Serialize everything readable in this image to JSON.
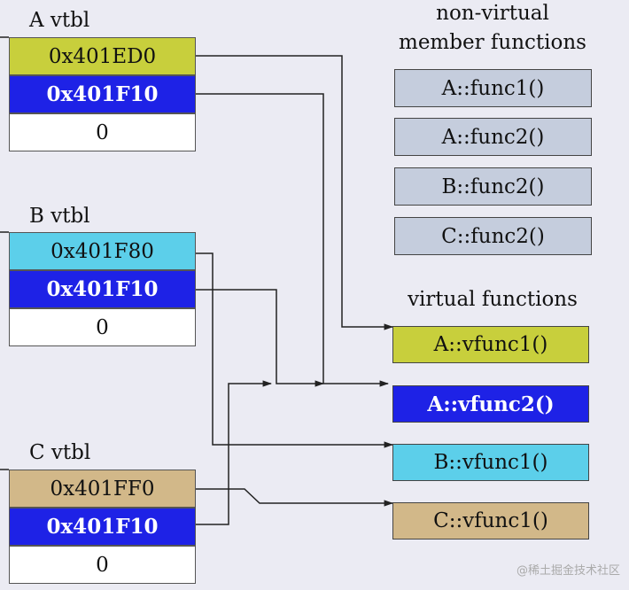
{
  "vtbls": [
    {
      "label": "A vtbl",
      "entries": [
        {
          "text": "0x401ED0",
          "color": "#c8cf3c",
          "bold": false
        },
        {
          "text": "0x401F10",
          "color": "#1e22e6",
          "bold": true
        },
        {
          "text": "0",
          "color": "#ffffff",
          "bold": false
        }
      ]
    },
    {
      "label": "B vtbl",
      "entries": [
        {
          "text": "0x401F80",
          "color": "#5ccfea",
          "bold": false
        },
        {
          "text": "0x401F10",
          "color": "#1e22e6",
          "bold": true
        },
        {
          "text": "0",
          "color": "#ffffff",
          "bold": false
        }
      ]
    },
    {
      "label": "C vtbl",
      "entries": [
        {
          "text": "0x401FF0",
          "color": "#d2b889",
          "bold": false
        },
        {
          "text": "0x401F10",
          "color": "#1e22e6",
          "bold": true
        },
        {
          "text": "0",
          "color": "#ffffff",
          "bold": false
        }
      ]
    }
  ],
  "non_virtual": {
    "heading_line1": "non-virtual",
    "heading_line2": "member functions",
    "box_color": "#c5cddd",
    "items": [
      "A::func1()",
      "A::func2()",
      "B::func2()",
      "C::func2()"
    ]
  },
  "virtual": {
    "heading": "virtual functions",
    "items": [
      {
        "text": "A::vfunc1()",
        "color": "#c8cf3c",
        "bold": false
      },
      {
        "text": "A::vfunc2()",
        "color": "#1e22e6",
        "bold": true
      },
      {
        "text": "B::vfunc1()",
        "color": "#5ccfea",
        "bold": false
      },
      {
        "text": "C::vfunc1()",
        "color": "#d2b889",
        "bold": false
      }
    ]
  },
  "watermark": "@稀土掘金技术社区"
}
